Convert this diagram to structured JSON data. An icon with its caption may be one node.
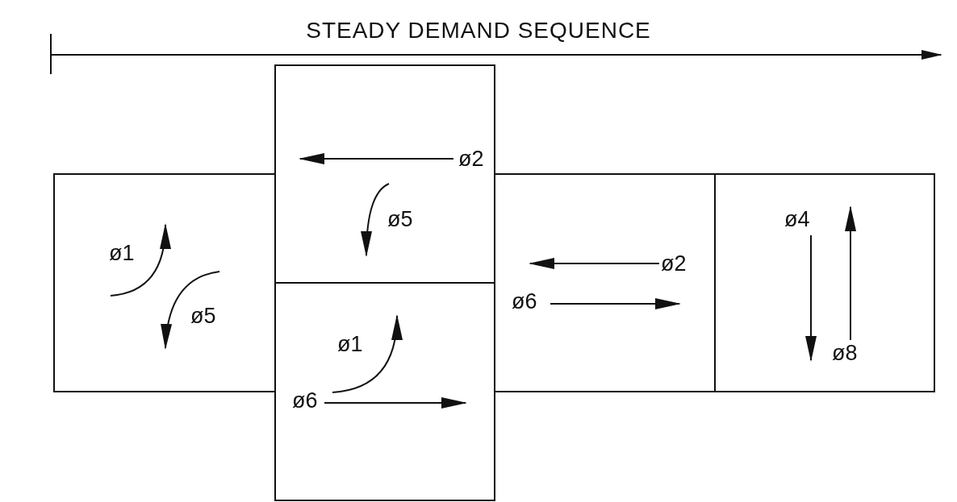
{
  "diagram": {
    "title": "STEADY DEMAND SEQUENCE",
    "nodes": [
      {
        "text": [
          "ø1",
          "ø5"
        ]
      },
      {
        "text": [
          "ø2",
          "ø5"
        ]
      },
      {
        "text": [
          "ø1",
          "ø6"
        ]
      },
      {
        "text": [
          "ø2",
          "ø6"
        ]
      },
      {
        "text": [
          "ø4",
          "ø8"
        ]
      }
    ]
  }
}
